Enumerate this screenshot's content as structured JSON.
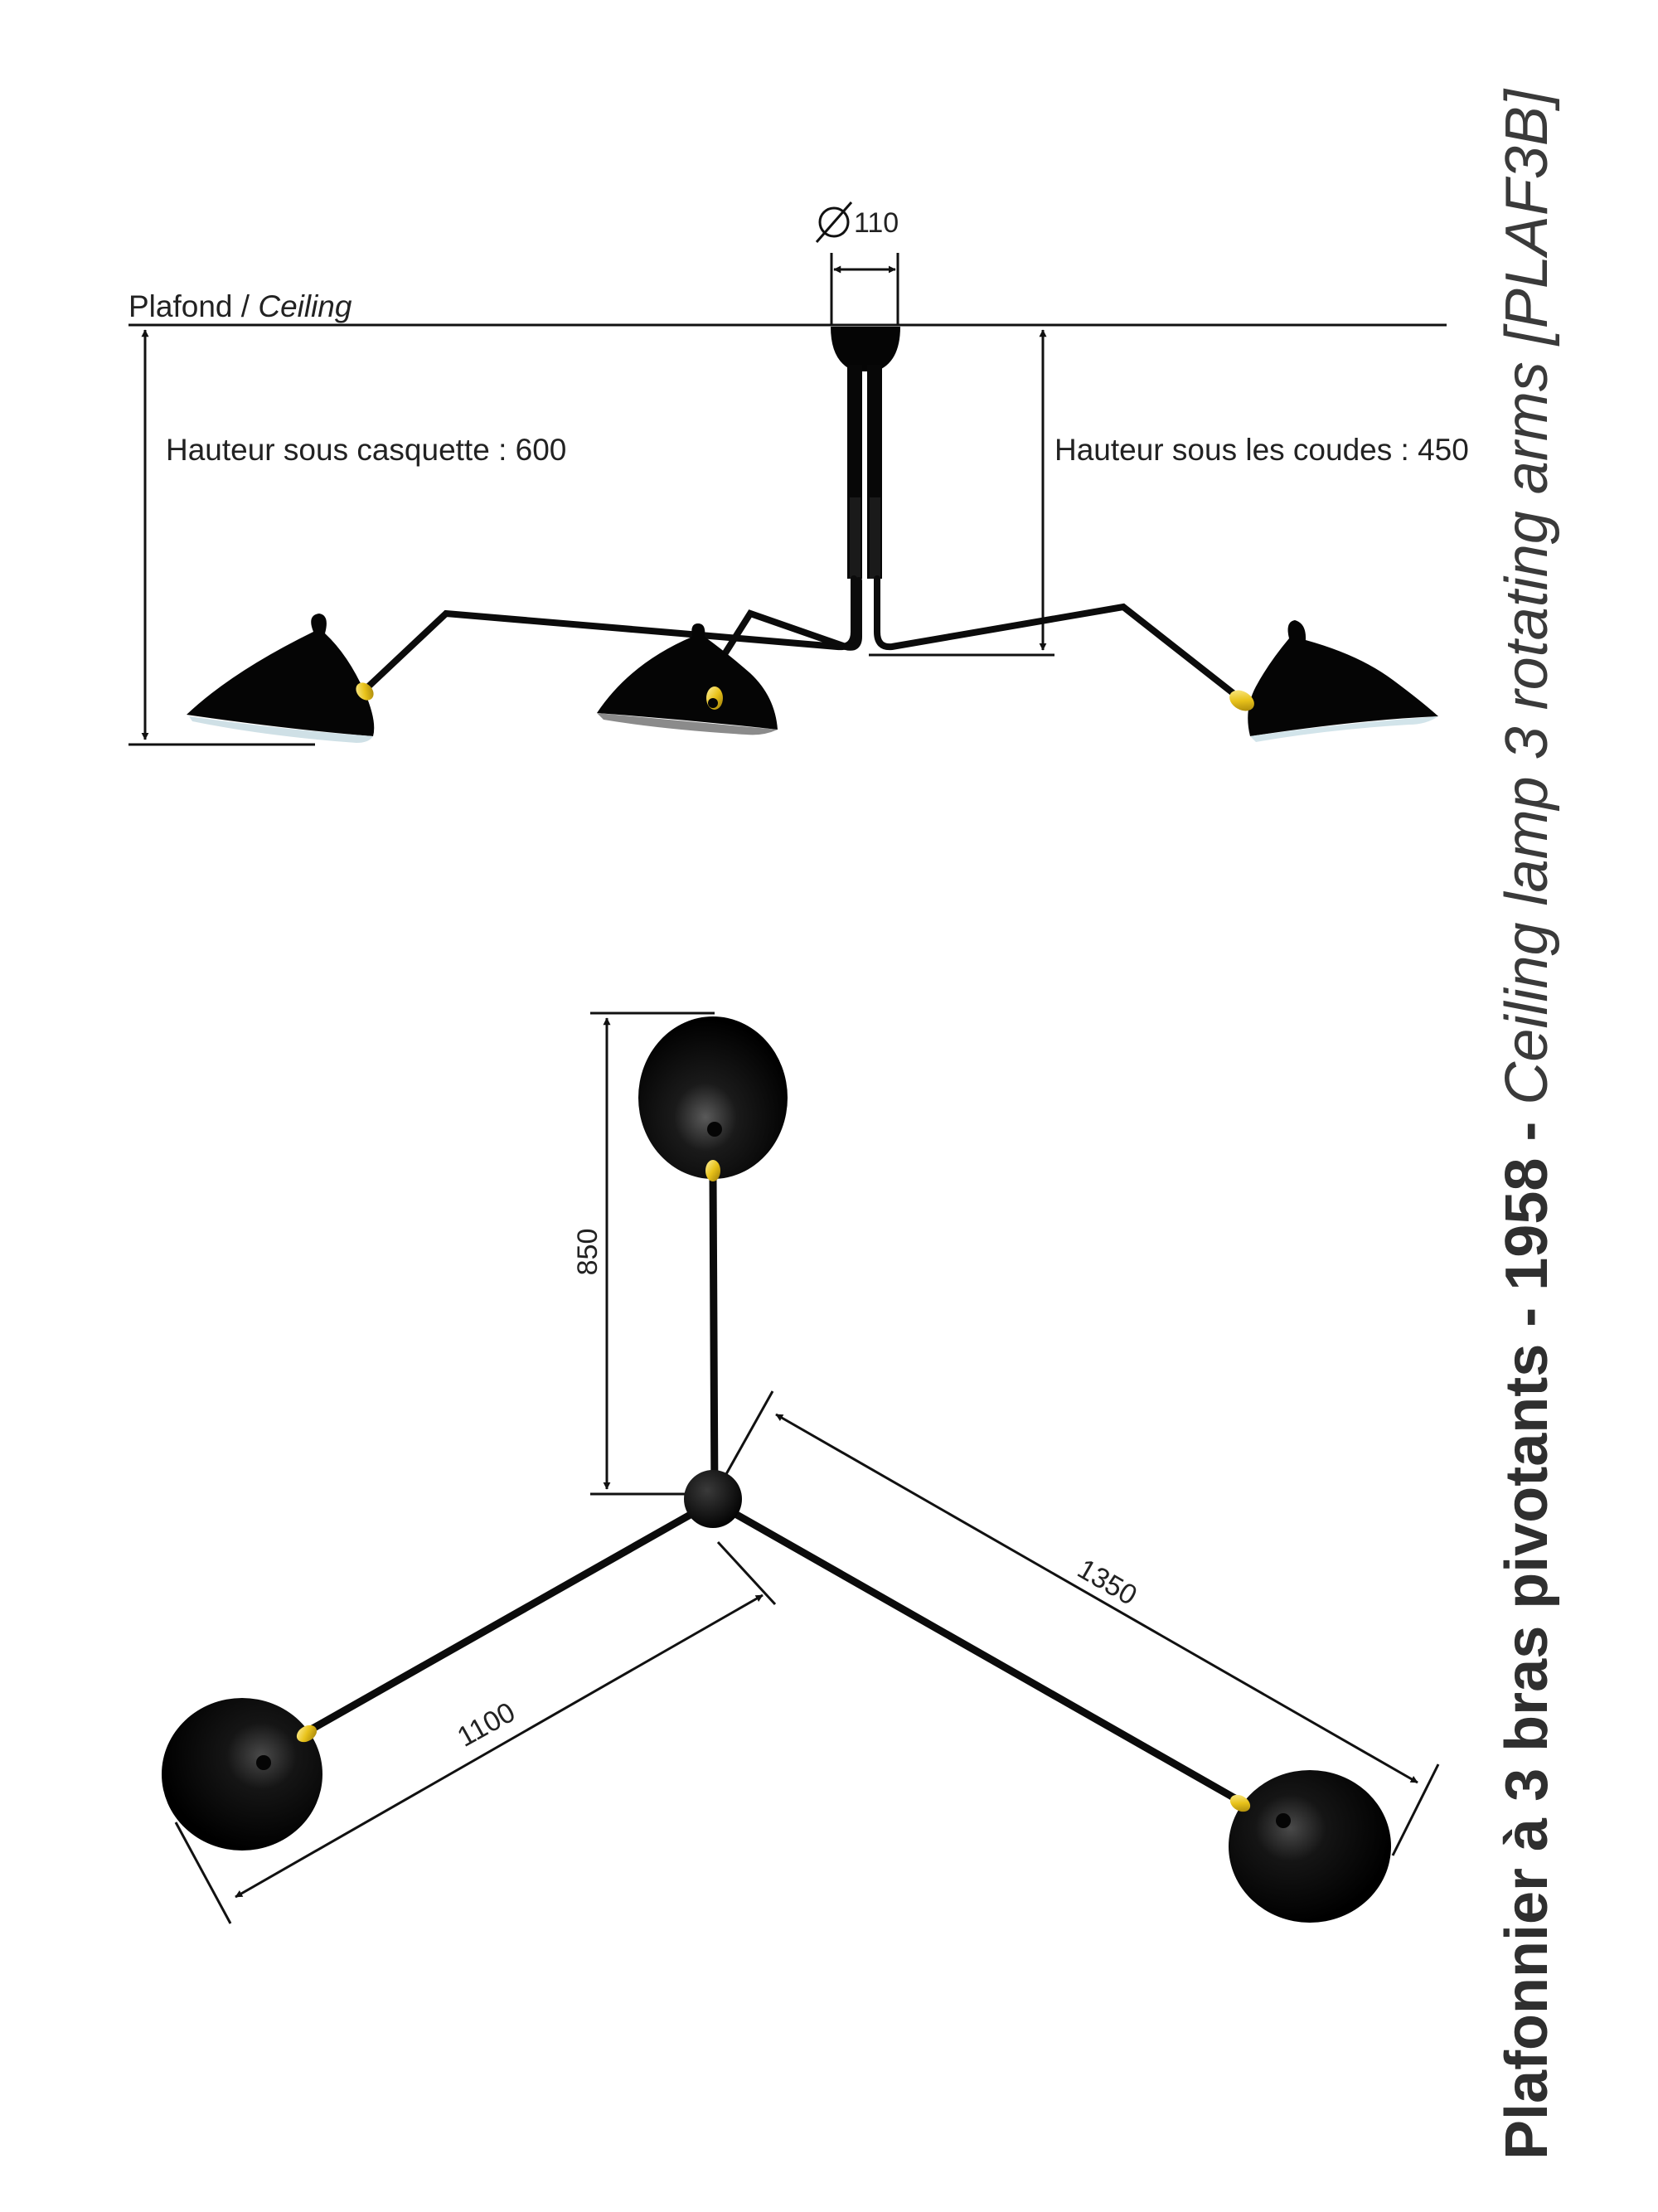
{
  "side_view": {
    "ceiling_label": "Plafond / ",
    "ceiling_label_en": "Ceiling",
    "diameter_label": "110",
    "height_cap_label": "Hauteur sous casquette : 600",
    "height_elbows_label": "Hauteur sous les coudes : 450"
  },
  "top_view": {
    "dim_top_arm": "850",
    "dim_left_arm": "1100",
    "dim_right_arm": "1350"
  },
  "title": {
    "fr": "Plafonnier à 3 bras pivotants - 1958 - ",
    "en": "Ceiling lamp 3 rotating arms  [PLAF3B]"
  },
  "colors": {
    "lamp_black": "#0b0b0b",
    "brass": "#e8c21a",
    "line": "#111111",
    "title_text": "#2f2f2f"
  }
}
